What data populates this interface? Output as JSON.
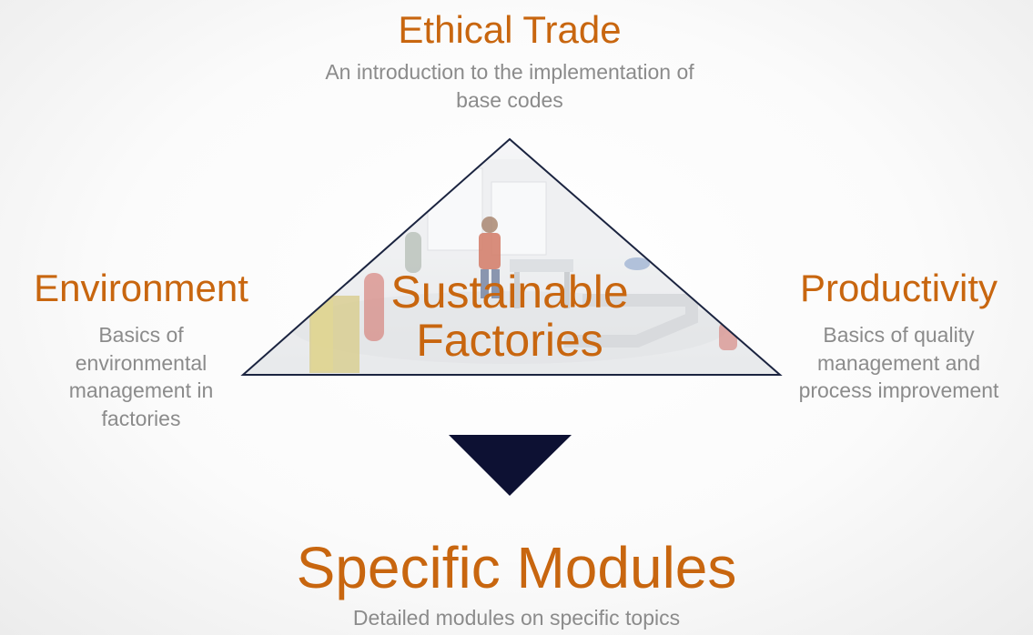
{
  "top": {
    "title": "Ethical Trade",
    "description": "An introduction to the implementation of base codes"
  },
  "left": {
    "title": "Environment",
    "description": "Basics of environmental management in factories"
  },
  "right": {
    "title": "Productivity",
    "description": "Basics of quality management and process improvement"
  },
  "center": {
    "title": "Sustainable Factories"
  },
  "bottom": {
    "title": "Specific Modules",
    "description": "Detailed modules on specific topics"
  },
  "colors": {
    "heading": "#c8660f",
    "description": "#8b8b8b",
    "triangle_outline": "#1b2440",
    "arrow": "#0d1133"
  },
  "icons": {
    "center_image": "factory-worker-illustration",
    "arrow": "down-arrow-triangle"
  }
}
